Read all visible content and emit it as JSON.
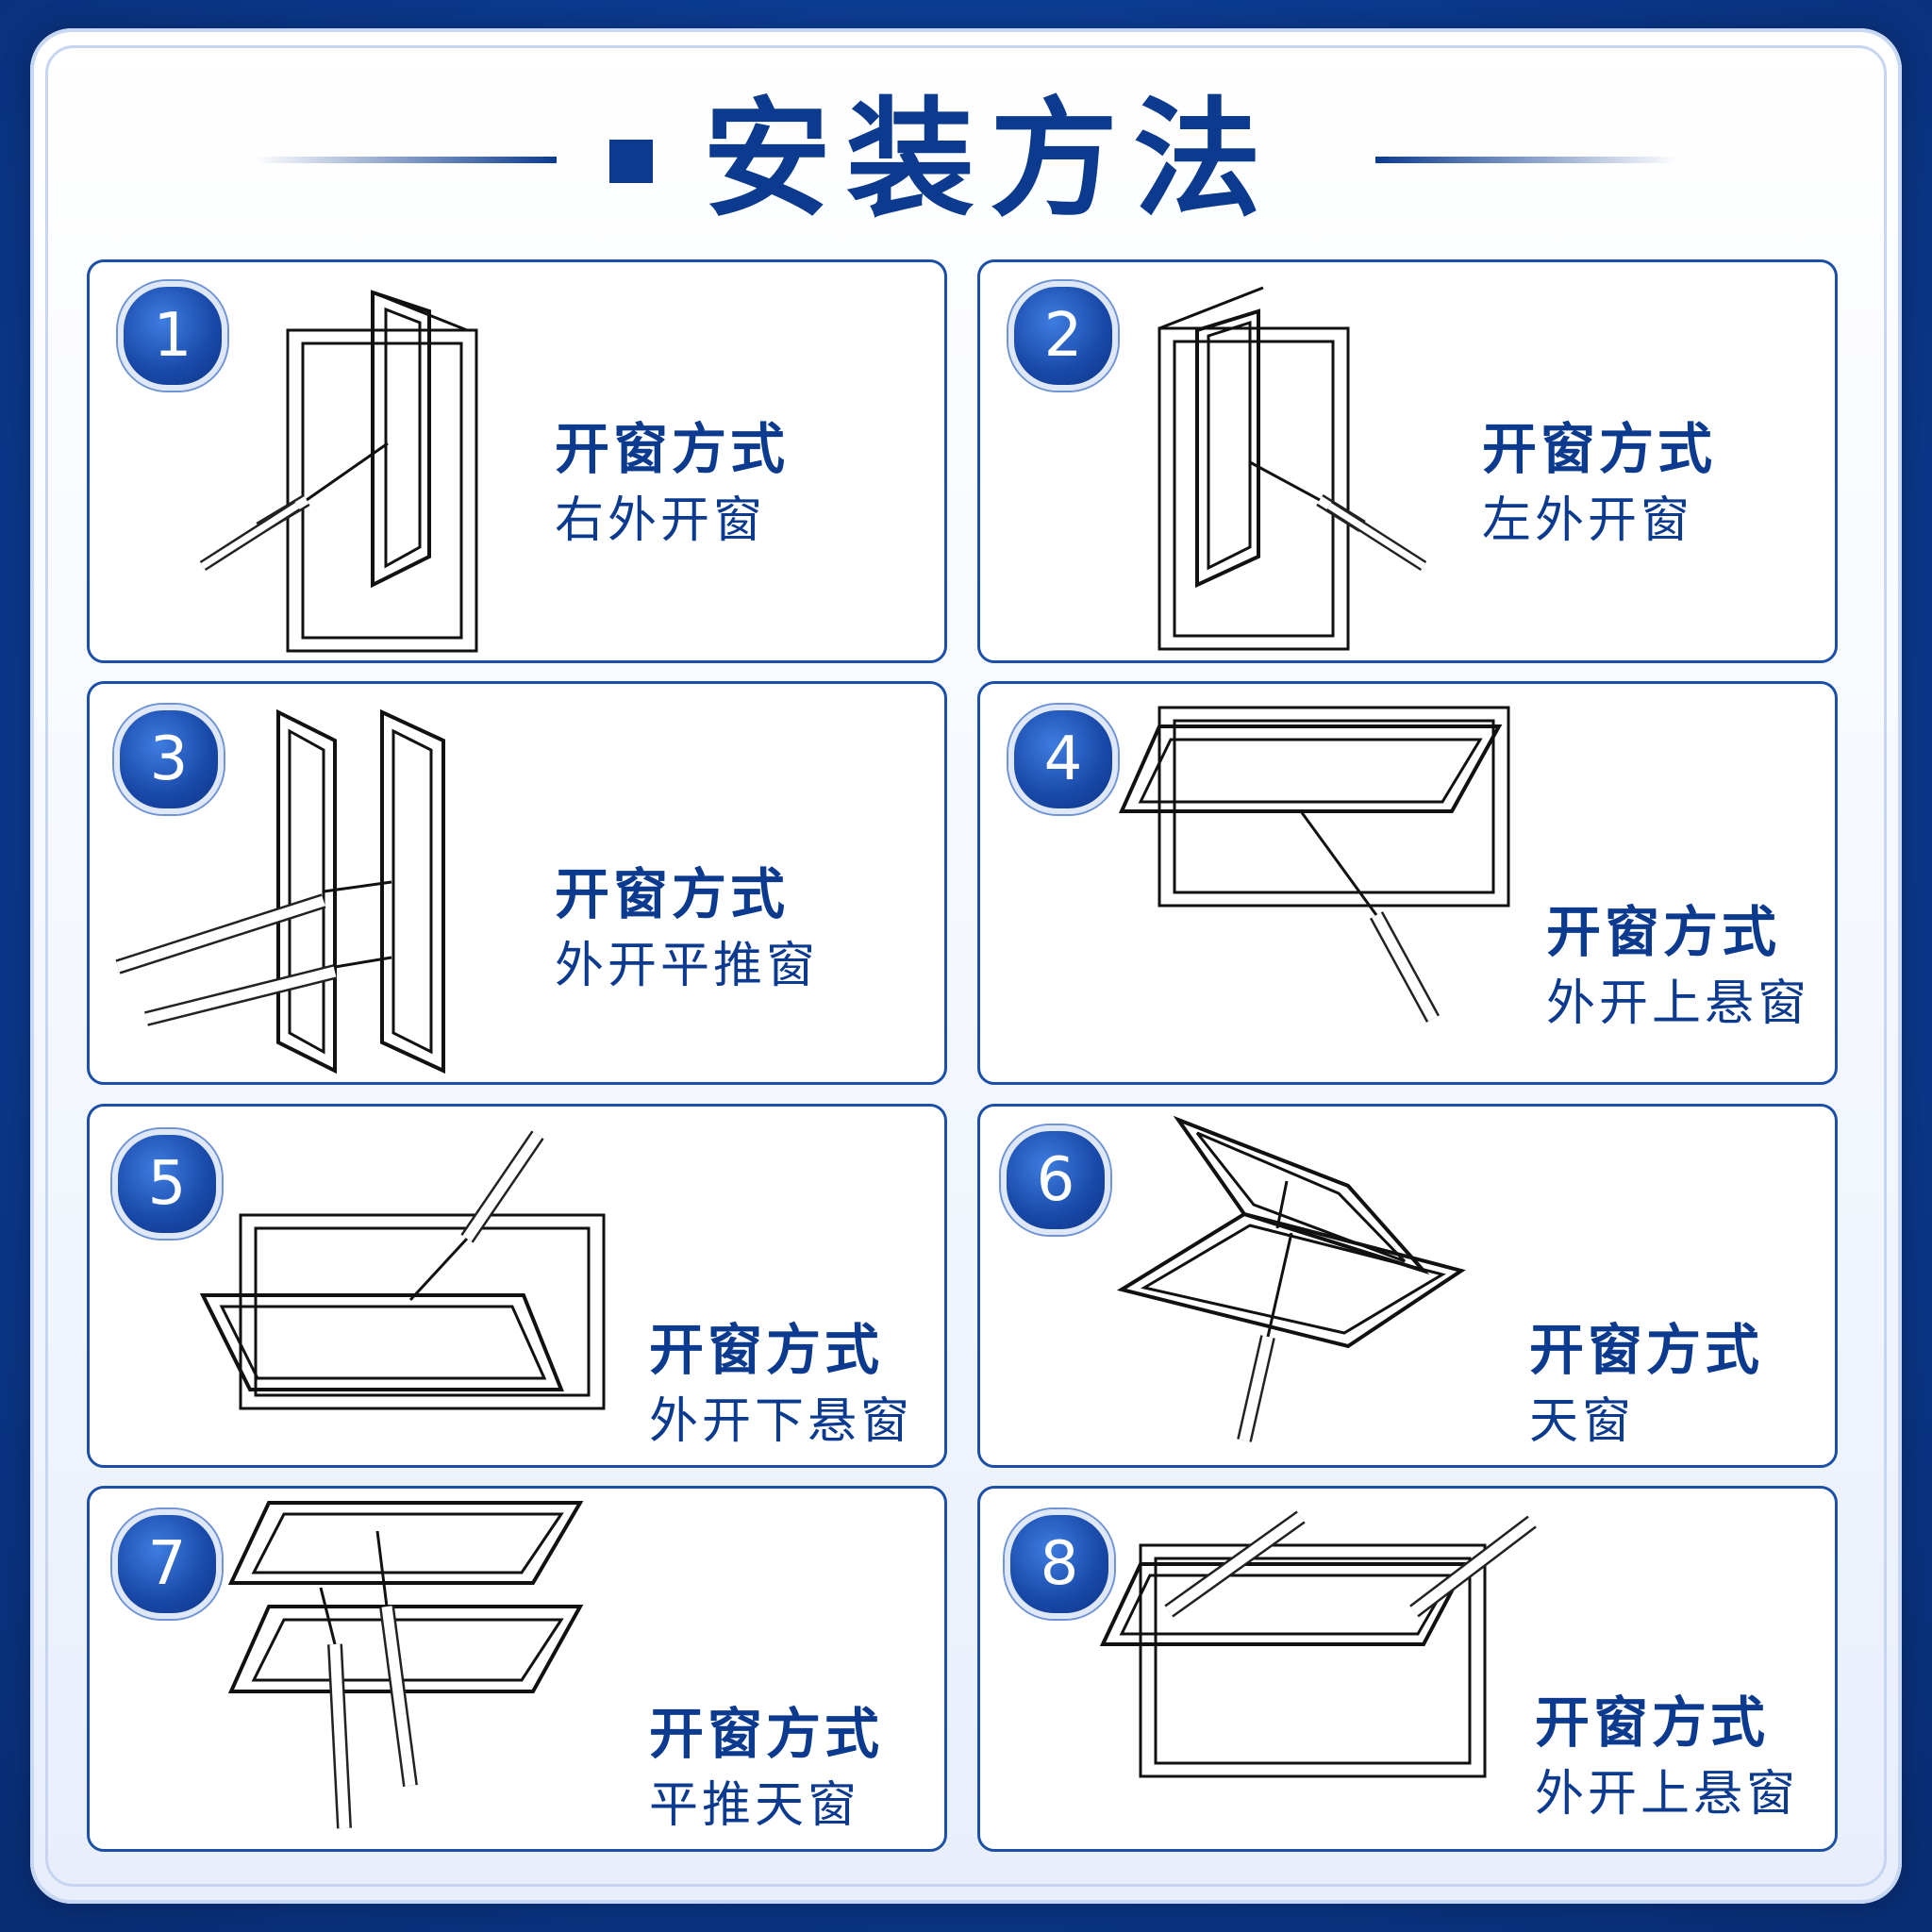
{
  "title": "安装方法",
  "colors": {
    "primary": "#0b3a8f",
    "accent": "#1848a8",
    "panel": "#ffffff"
  },
  "cards": [
    {
      "number": "1",
      "heading": "开窗方式",
      "mode": "右外开窗"
    },
    {
      "number": "2",
      "heading": "开窗方式",
      "mode": "左外开窗"
    },
    {
      "number": "3",
      "heading": "开窗方式",
      "mode": "外开平推窗"
    },
    {
      "number": "4",
      "heading": "开窗方式",
      "mode": "外开上悬窗"
    },
    {
      "number": "5",
      "heading": "开窗方式",
      "mode": "外开下悬窗"
    },
    {
      "number": "6",
      "heading": "开窗方式",
      "mode": "天窗"
    },
    {
      "number": "7",
      "heading": "开窗方式",
      "mode": "平推天窗"
    },
    {
      "number": "8",
      "heading": "开窗方式",
      "mode": "外开上悬窗"
    }
  ]
}
